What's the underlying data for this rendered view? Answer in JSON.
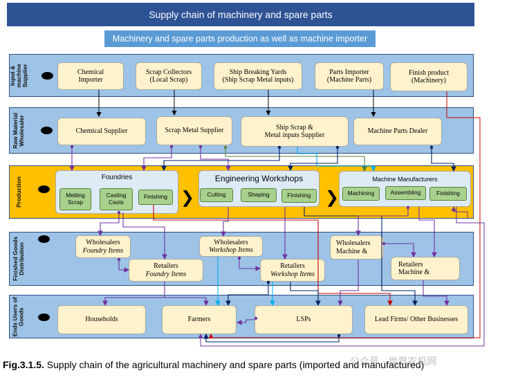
{
  "title": "Supply chain of machinery and spare parts",
  "subtitle": "Machinery and spare parts production as well as machine importer",
  "bands": {
    "input": "Input &\nmachine\nSupplier",
    "raw": "Raw Material\nWholesaler",
    "production": "Production",
    "distribution": "Finished Goods\nDistribution",
    "ends": "Ends Users of\nGoods"
  },
  "input_row": {
    "chemical_importer": "Chemical\nImporter",
    "scrap_collectors": "Scrap Collectors\n(Local Scrap)",
    "ship_breaking": "Ship Breaking Yards\n(Ship Scrap Metal inputs)",
    "parts_importer": "Parts Importer\n(Machine Parts)",
    "finish_product": "Finish product\n(Machinery)"
  },
  "raw_row": {
    "chemical_supplier": "Chemical Supplier",
    "scrap_metal_supplier": "Scrap Metal Supplier",
    "ship_scrap_supplier": "Ship Scrap &\nMetal inputs Supplier",
    "machine_parts_dealer": "Machine Parts Dealer"
  },
  "production": {
    "foundries": {
      "title": "Foundries",
      "steps": [
        "Melting\nScrap",
        "Casting\nCasts",
        "Finishing"
      ]
    },
    "workshops": {
      "title": "Engineering Workshops",
      "steps": [
        "Cutting",
        "Shaping",
        "Finishing"
      ]
    },
    "manufacturers": {
      "title": "Machine Manufacturers",
      "steps": [
        "Machining",
        "Assembling",
        "Finishing"
      ]
    }
  },
  "distribution": {
    "wholesalers_foundry": {
      "line1": "Wholesalers",
      "line2": "Foundry Items"
    },
    "retailers_foundry": {
      "line1": "Retailers",
      "line2": "Foundry Items"
    },
    "wholesalers_workshop": {
      "line1": "Wholesalers",
      "line2": "Workshop Items"
    },
    "retailers_workshop": {
      "line1": "Retailers",
      "line2": "Workshop Items"
    },
    "wholesalers_machine": "Wholesalers\nMachine &",
    "retailers_machine": "Retailers\nMachine &"
  },
  "ends": {
    "households": "Households",
    "farmers": "Farmers",
    "lsps": "LSPs",
    "lead_firms": "Lead Firms/ Other Businesses"
  },
  "caption": {
    "label": "Fig.3.1.5.",
    "text": " Supply chain of the agricultural machinery and spare parts (imported and manufactured)"
  },
  "watermark": "公众号 · 世界农机网",
  "colors": {
    "title_bar": "#2e5395",
    "subtitle_bar": "#5b9bd5",
    "band": "#9dc3e6",
    "production_band": "#ffc000",
    "box": "#fff2cc",
    "group": "#deebf7",
    "step": "#a9d18e",
    "purple_arrow": "#7030a0",
    "navy_arrow": "#002060",
    "red_arrow": "#c00000",
    "cyan_arrow": "#00b0f0",
    "green_arrow": "#548235"
  }
}
